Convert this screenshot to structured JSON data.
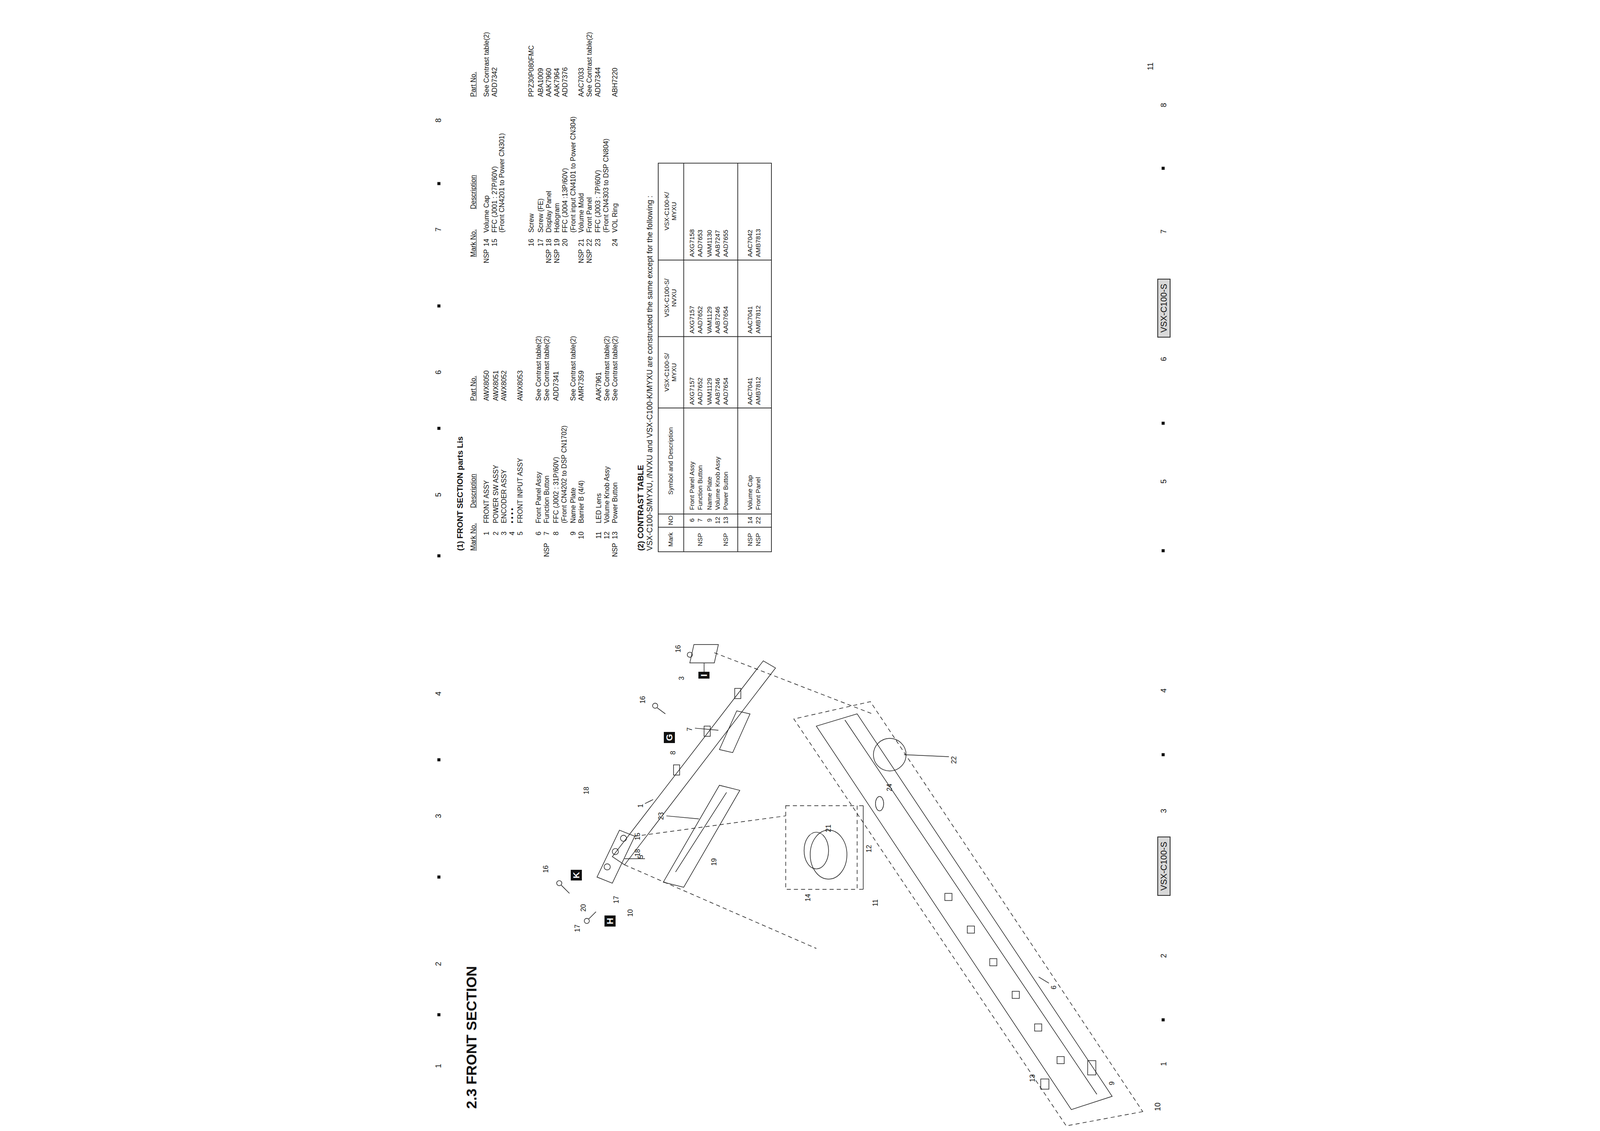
{
  "diagram": {
    "title": "2.3 FRONT SECTION",
    "nodes": [
      {
        "text": [
          "K"
        ]
      },
      {
        "text": [
          "H"
        ]
      },
      {
        "text": [
          "G"
        ]
      },
      {
        "text": [
          "I"
        ]
      },
      {
        "text": [
          "VSX-C100-S"
        ]
      },
      {
        "text": [
          "VSX-C100-S"
        ]
      }
    ],
    "labels": [
      "(1) FRONT SECTION parts Lis",
      "Mark No.",
      "Description",
      "Part No.",
      "Mark No.",
      "Description",
      "Part No.",
      "1",
      "FRONT ASSY",
      "AWX8050",
      "2",
      "POWER SW ASSY",
      "AWX8051",
      "3",
      "ENCODER ASSY",
      "AWX8052",
      "4",
      "• • • •",
      "5",
      "FRONT INPUT ASSY",
      "AWX8053",
      "6",
      "Front Panel Assy",
      "See Contrast table(2)",
      "NSP",
      "7",
      "Function Button",
      "See Contrast table(2)",
      "8",
      "FFC (J002 : 31P/60V)",
      "ADD7341",
      "(Front CN4202 to DSP CN1702)",
      "9",
      "Name Plate",
      "See Contrast table(2)",
      "10",
      "Barrier B (4/4)",
      "AMR7359",
      "11",
      "LED Lens",
      "AAK7961",
      "12",
      "Volume Knob Assy",
      "See Contrast table(2)",
      "NSP",
      "13",
      "Power Button",
      "See Contrast table(2)",
      "NSP",
      "14",
      "Volume Cap",
      "See Contrast table(2)",
      "15",
      "FFC (J001 : 27P/60V)",
      "ADD7342",
      "(Front CN4201 to Power CN301)",
      "16",
      "Screw",
      "PPZ30P080FMC",
      "17",
      "Screw (FE)",
      "ABA1009",
      "NSP",
      "18",
      "Display Panel",
      "AAK7960",
      "NSP",
      "19",
      "Hologram",
      "AAK7964",
      "20",
      "FFC (J004 :13P/60V)",
      "ADD7376",
      "(Front input CN4101 to Power CN304)",
      "NSP",
      "21",
      "Volume Mold",
      "AAC7033",
      "NSP",
      "22",
      "Front Panel",
      "See Contrast table(2)",
      "23",
      "FFC (J003 : 7P/60V)",
      "ADD7344",
      "(Front CN4303 to DSP CN804)",
      "24",
      "VOL Ring",
      "ABH7220",
      "(2) CONTRAST TABLE",
      "VSX-C100-S/MYXU, /NVXU and VSX-C100-K/MYXU are constructed the same except for the following :",
      "Mark",
      "NO",
      "Symbol and Description",
      "VSX-C100-S/ MYXU",
      "VSX-C100-S/ NVXU",
      "VSX-C100-K/ MYXU",
      "6",
      "Front Panel Assy",
      "AXG7157",
      "AXG7157",
      "AXG7158",
      "NSP",
      "7",
      "Function Button",
      "AAD7652",
      "AAD7652",
      "AAD7653",
      "9",
      "Name Plate",
      "VAM1129",
      "VAM1129",
      "VAM1130",
      "12",
      "Volume Knob Assy",
      "AAB7246",
      "AAB7246",
      "AAB7247",
      "NSP",
      "13",
      "Power Button",
      "AAD7654",
      "AAD7654",
      "AAD7655",
      "NSP",
      "14",
      "Volume Cap",
      "AAC7041",
      "AAC7041",
      "AAC7042",
      "NSP",
      "22",
      "Front Panel",
      "AMB7812",
      "AMB7812",
      "AMB7813",
      "1",
      "2",
      "3",
      "4",
      "5",
      "6",
      "7",
      "8",
      "1",
      "2",
      "3",
      "4",
      "5",
      "6",
      "7",
      "8",
      "10",
      "11",
      "16",
      "17",
      "17",
      "20",
      "10",
      "5",
      "18",
      "16",
      "16",
      "3",
      "1",
      "15",
      "18",
      "23",
      "8",
      "7",
      "19",
      "11",
      "6",
      "13",
      "9",
      "14",
      "21",
      "12",
      "24",
      "22"
    ]
  }
}
